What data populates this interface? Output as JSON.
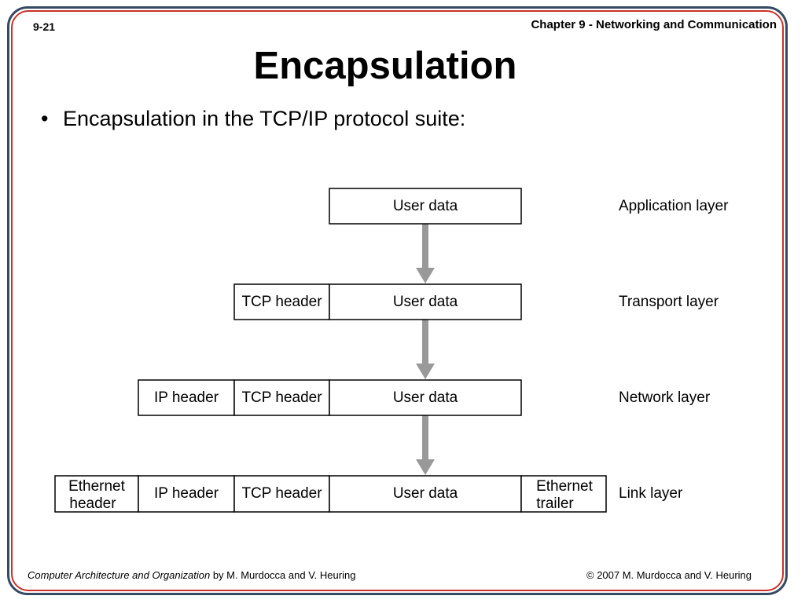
{
  "header": {
    "slide_number": "9-21",
    "chapter_title": "Chapter 9 - Networking and Communication"
  },
  "slide": {
    "title": "Encapsulation",
    "bullet": "Encapsulation in the TCP/IP protocol suite:"
  },
  "diagram": {
    "layers": [
      {
        "label": "Application layer",
        "fields": [
          "User data"
        ]
      },
      {
        "label": "Transport layer",
        "fields": [
          "TCP header",
          "User data"
        ]
      },
      {
        "label": "Network layer",
        "fields": [
          "IP header",
          "TCP header",
          "User data"
        ]
      },
      {
        "label": "Link layer",
        "fields": [
          "Ethernet header",
          "IP header",
          "TCP header",
          "User data",
          "Ethernet trailer"
        ]
      }
    ],
    "labels": {
      "user_data": "User data",
      "tcp_header": "TCP header",
      "ip_header": "IP header",
      "ethernet_header_line1": "Ethernet",
      "ethernet_header_line2": "header",
      "ethernet_trailer_line1": "Ethernet",
      "ethernet_trailer_line2": "trailer",
      "application_layer": "Application layer",
      "transport_layer": "Transport layer",
      "network_layer": "Network layer",
      "link_layer": "Link layer"
    },
    "colors": {
      "arrow": "#999999",
      "box_border": "#000000"
    }
  },
  "footer": {
    "book_title": "Computer Architecture and Organization",
    "authors": " by M. Murdocca and V. Heuring",
    "copyright": "© 2007 M. Murdocca and V. Heuring"
  },
  "theme": {
    "outer_border": "#334a62",
    "inner_border": "#c8322a"
  }
}
